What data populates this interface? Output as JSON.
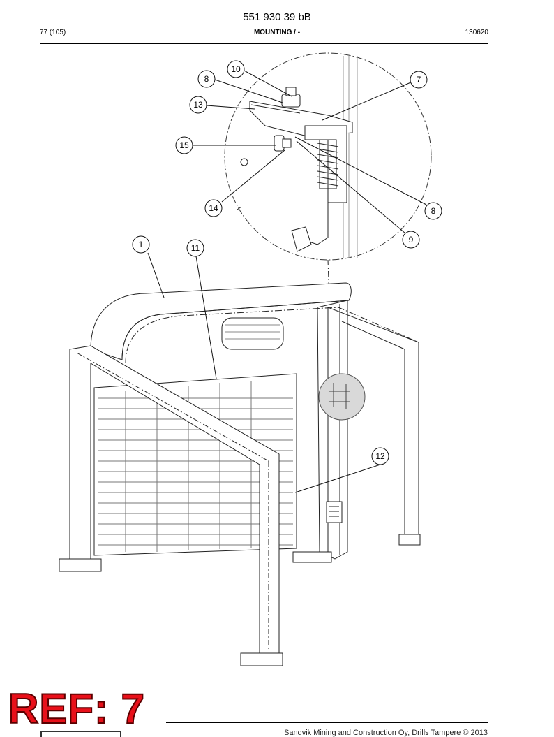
{
  "header": {
    "document_number": "551 930 39 bB",
    "page": "77 (105)",
    "section": "MOUNTING / -",
    "date_code": "130620"
  },
  "drawing": {
    "callouts": [
      "10",
      "8",
      "7",
      "13",
      "15",
      "14",
      "8",
      "9",
      "1",
      "11",
      "12"
    ]
  },
  "footer": {
    "ref_badge": "REF: 7",
    "copyright": "Sandvik Mining and Construction Oy, Drills Tampere © 2013"
  }
}
